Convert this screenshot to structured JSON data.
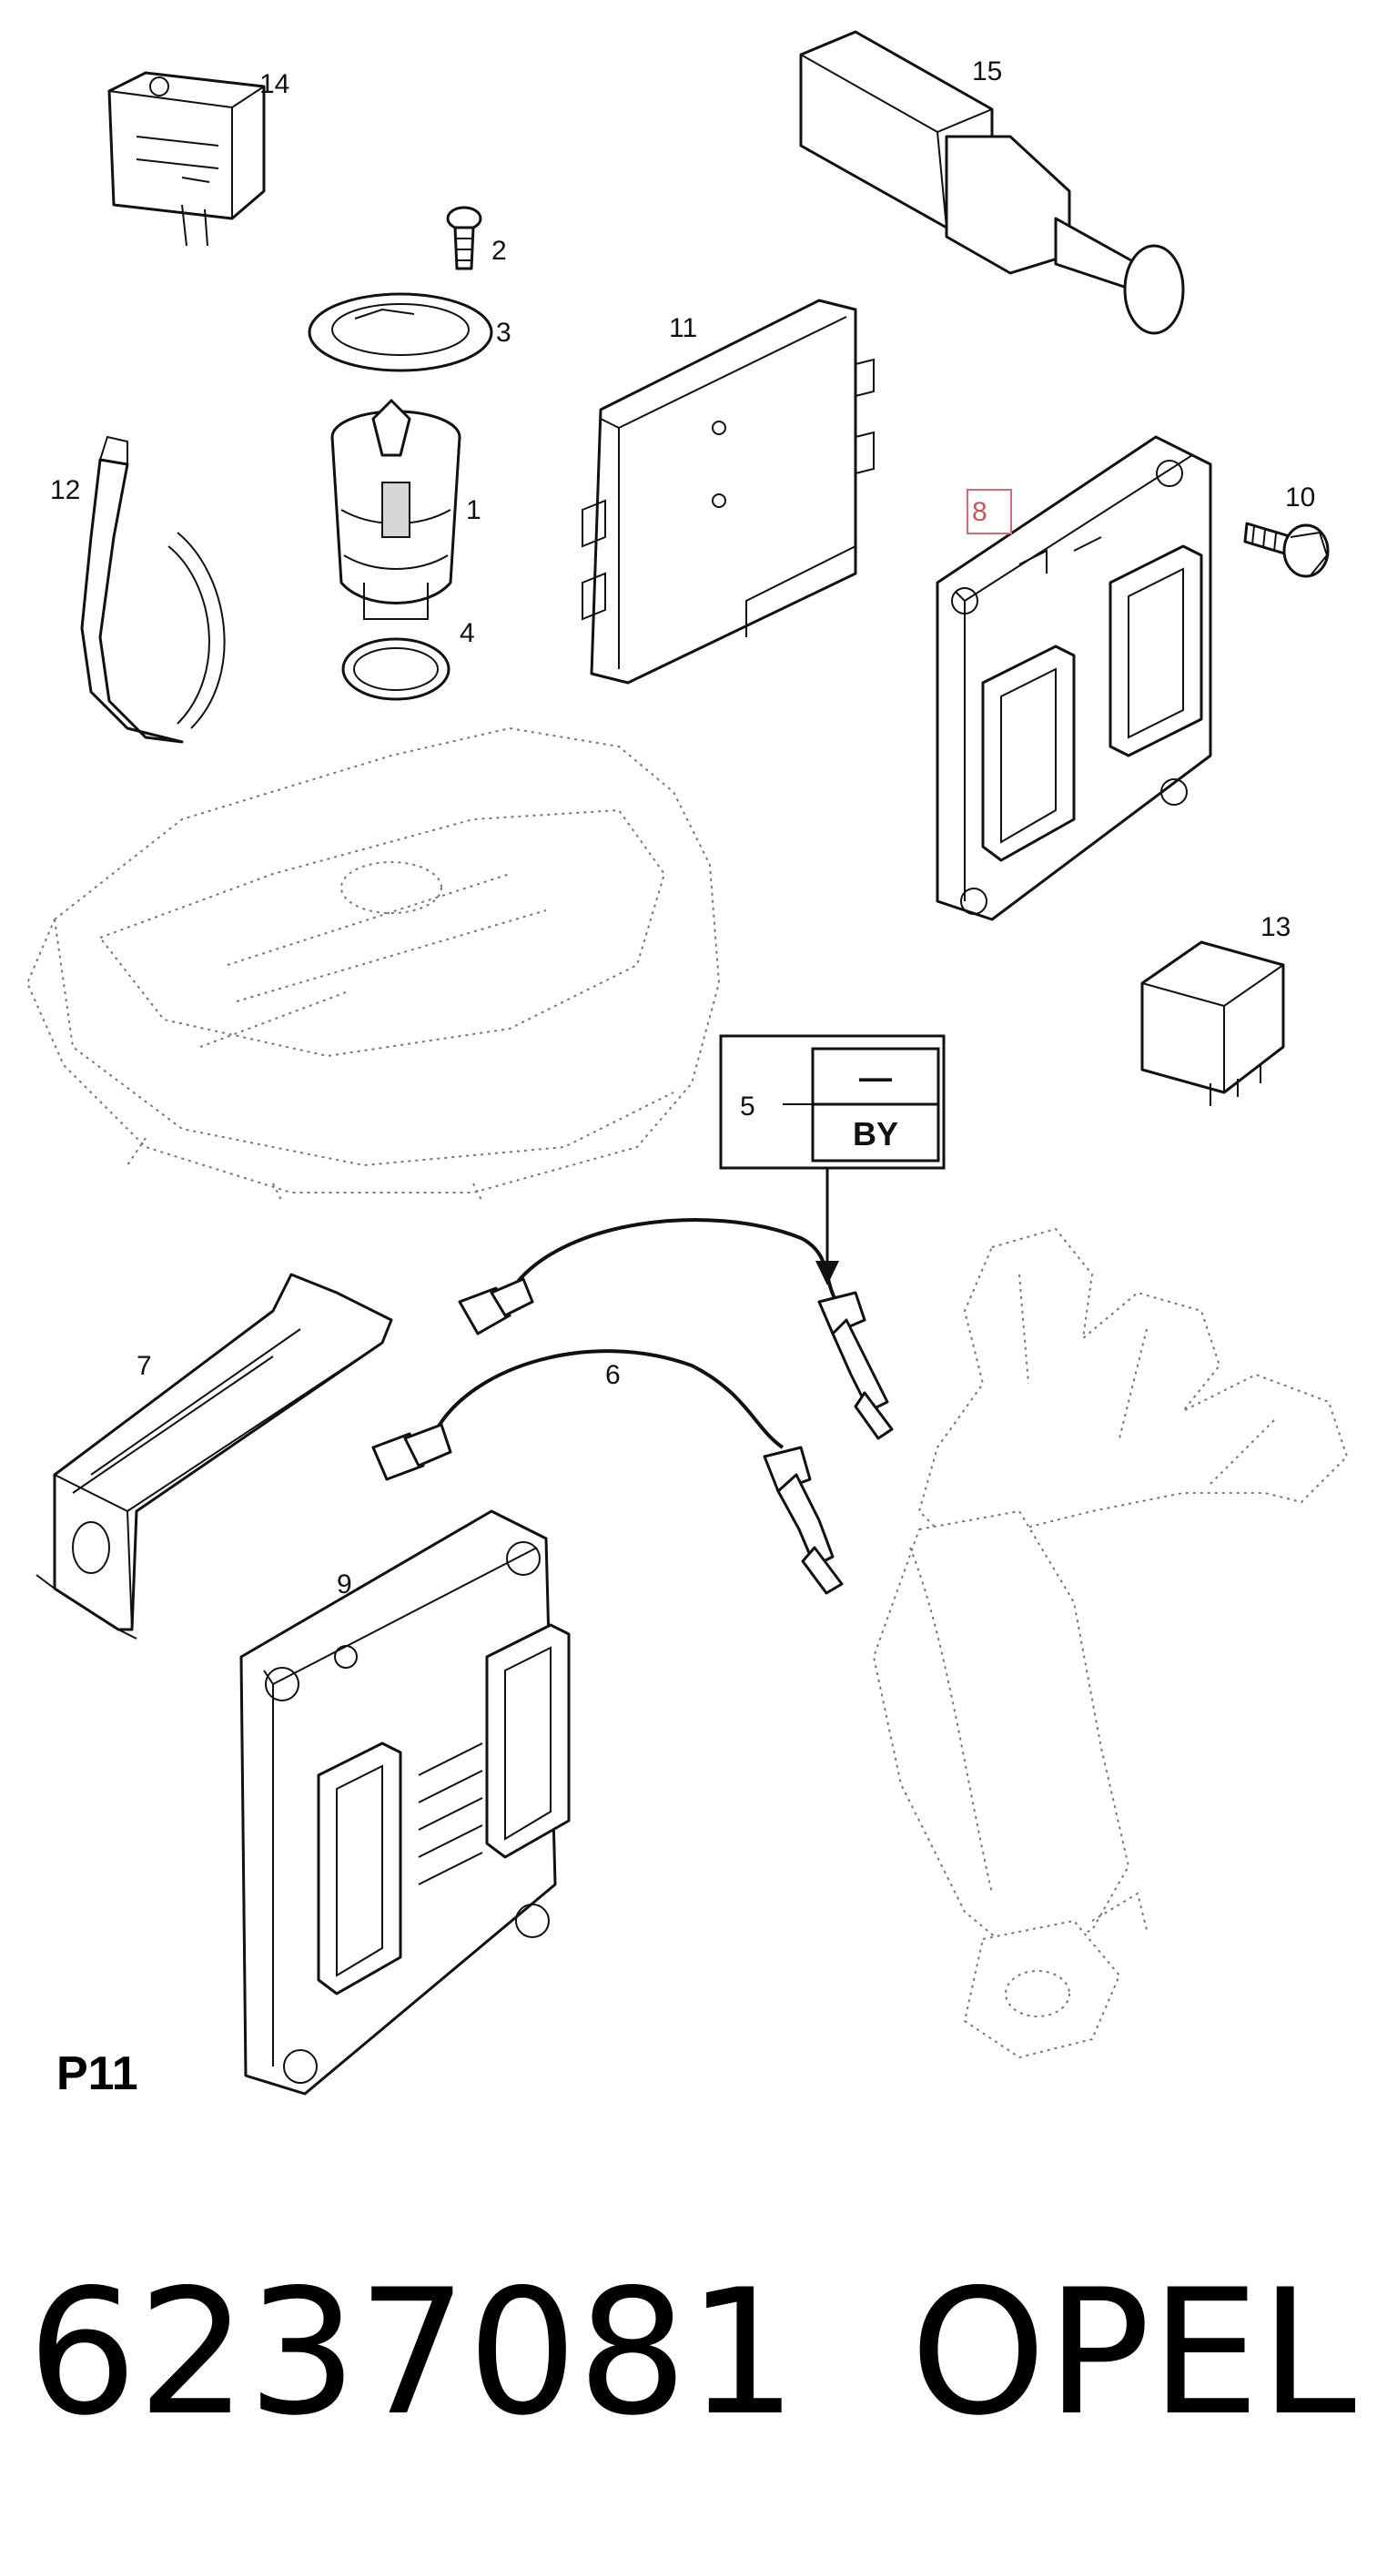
{
  "page_code": "P11",
  "part_number": "6237081",
  "brand": "OPEL",
  "highlighted_callout": "8",
  "callout_box": {
    "item": "5",
    "top": "—",
    "bottom": "BY"
  },
  "callouts": {
    "c1": "1",
    "c2": "2",
    "c3": "3",
    "c4": "4",
    "c6": "6",
    "c7": "7",
    "c8": "8",
    "c9": "9",
    "c10": "10",
    "c11": "11",
    "c12": "12",
    "c13": "13",
    "c14": "14",
    "c15": "15"
  },
  "colors": {
    "line": "#111111",
    "highlight": "#d46a6a",
    "ghost": "#777777"
  }
}
